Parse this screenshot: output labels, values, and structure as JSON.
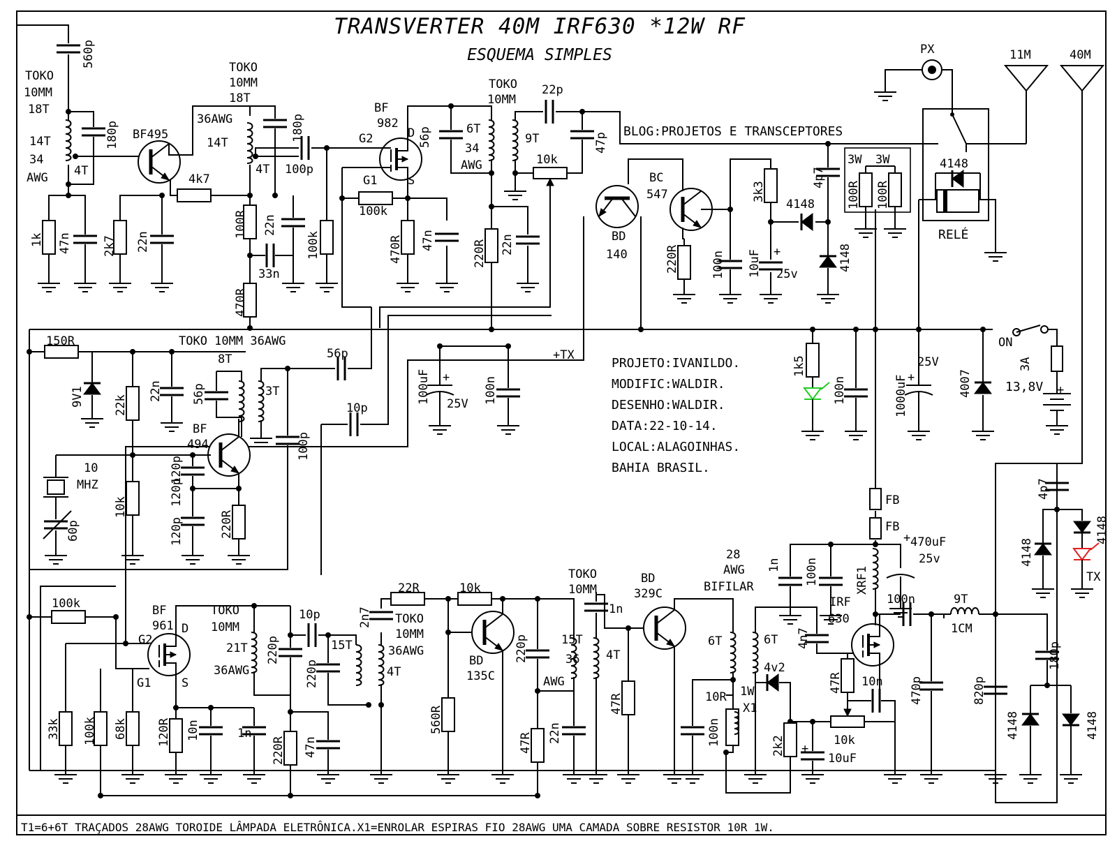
{
  "title": "TRANSVERTER 40M IRF630 *12W RF",
  "subtitle": "ESQUEMA SIMPLES",
  "blog": "BLOG:PROJETOS E TRANSCEPTORES",
  "info": [
    "PROJETO:IVANILDO.",
    "MODIFIC:WALDIR.",
    "DESENHO:WALDIR.",
    "DATA:22-10-14.",
    "LOCAL:ALAGOINHAS.",
    "BAHIA BRASIL."
  ],
  "footer": "T1=6+6T TRAÇADOS 28AWG TOROIDE LÂMPADA ELETRÔNICA.X1=ENROLAR ESPIRAS FIO 28AWG UMA CAMADA SOBRE RESISTOR 10R 1W.",
  "connectors": {
    "px": "PX",
    "ant11": "11M",
    "ant40": "40M",
    "relay": "RELÉ",
    "on": "ON",
    "supply": "13,8V",
    "fuse": "3A",
    "tx": "+TX",
    "txled": "TX"
  },
  "colors": {
    "led_green": "#22cc22",
    "led_red": "#e02020",
    "ink": "#000000"
  },
  "labels": {
    "c560p": "560p",
    "toko1a": "TOKO",
    "toko1b": "10MM",
    "toko1c": "18T",
    "t14t": "14T",
    "t34": "34",
    "awg": "AWG",
    "t4t": "4T",
    "c180p": "180p",
    "bf495": "BF495",
    "r1k": "1k",
    "c47n": "47n",
    "r2k7": "2k7",
    "c22n": "22n",
    "r4k7": "4k7",
    "toko2a": "TOKO",
    "toko2b": "10MM",
    "toko2c": "18T",
    "awg36": "36AWG",
    "t14t2": "14T",
    "t4t2": "4T",
    "c180p2": "180p",
    "c100p": "100p",
    "r100r": "100R",
    "c22n2": "22n",
    "c33n": "33n",
    "r470r": "470R",
    "r100k": "100k",
    "bf982a": "BF",
    "bf982b": "982",
    "g2": "G2",
    "g1": "G1",
    "d": "D",
    "s": "S",
    "r100k2": "100k",
    "r470r2": "470R",
    "c47n2": "47n",
    "c56p": "56p",
    "toko3a": "TOKO",
    "toko3b": "10MM",
    "t6t": "6T",
    "t34b": "34",
    "awgb": "AWG",
    "t9t": "9T",
    "c22p": "22p",
    "c47p": "47p",
    "p10k": "10k",
    "r220r": "220R",
    "c22n3": "22n",
    "bd140a": "BD",
    "bd140b": "140",
    "bc547a": "BC",
    "bc547b": "547",
    "r220r2": "220R",
    "c100n": "100n",
    "c10uf": "10uF",
    "v25": "25v",
    "r3k3": "3k3",
    "d4148": "4148",
    "c4p7": "4p7",
    "d4148b": "4148",
    "w3a": "3W",
    "w3b": "3W",
    "r100r2": "100R",
    "r100r3": "100R",
    "rd4148": "4148",
    "r150r": "150R",
    "z9v1": "9V1",
    "r22k": "22k",
    "c22n4": "22n",
    "toko4": "TOKO 10MM 36AWG",
    "t8t": "8T",
    "c56p2": "56p",
    "t3t": "3T",
    "c56p3": "56p",
    "bf494a": "BF",
    "bf494b": "494",
    "x10a": "10",
    "x10b": "MHZ",
    "c60p": "60p",
    "r10k": "10k",
    "c120p": "120p",
    "c120p2": "120p",
    "c120p3": "120p",
    "r220r3": "220R",
    "c100p2": "100p",
    "c10p": "10p",
    "c100uf": "100uF",
    "v25b": "25V",
    "c100n2": "100n",
    "r1k5": "1k5",
    "c100n3": "100n",
    "c1000uf": "1000uF",
    "v25c": "25V",
    "d4007": "4007",
    "fb1": "FB",
    "fb2": "FB",
    "c1n": "1n",
    "c100n4": "100n",
    "xrf1": "XRF1",
    "c470uf": "470uF",
    "v25d": "25v",
    "c4p7b": "4p7",
    "d4148c": "4148",
    "d4148d": "4148",
    "r100k3": "100k",
    "bf961a": "BF",
    "bf961b": "961",
    "g2b": "G2",
    "g1b": "G1",
    "db": "D",
    "sb": "S",
    "r33k": "33k",
    "r100k4": "100k",
    "r68k": "68k",
    "r120r": "120R",
    "c10n": "10n",
    "c1n2": "1n",
    "toko5a": "TOKO",
    "toko5b": "10MM",
    "t21t": "21T",
    "awg36b": "36AWG",
    "c220p": "220p",
    "c10p2": "10p",
    "c220p2": "220p",
    "r220r4": "220R",
    "c47n3": "47n",
    "t15t": "15T",
    "c2n7": "2n7",
    "toko6a": "TOKO",
    "toko6b": "10MM",
    "awg36c": "36AWG",
    "t4t3": "4T",
    "r22r": "22R",
    "r10k2": "10k",
    "bd135a": "BD",
    "bd135b": "135C",
    "r560r": "560R",
    "c220p3": "220p",
    "toko7a": "TOKO",
    "toko7b": "10MM",
    "t15t2": "15T",
    "awg36d": "36",
    "awg36e": "AWG",
    "t4t4": "4T",
    "c1n3": "1n",
    "r47r": "47R",
    "c22n5": "22n",
    "bd329a": "BD",
    "bd329b": "329C",
    "r47r2": "47R",
    "awg28a": "28",
    "awg28b": "AWG",
    "bifilar": "BIFILAR",
    "t6ta": "6T",
    "t6tb": "6T",
    "r10r": "10R",
    "w1w": "1W",
    "x1": "X1",
    "c100n5": "100n",
    "z4v2": "4v2",
    "r2k2": "2k2",
    "c10uf2": "10uF",
    "c4n7": "4n7",
    "irf630a": "IRF",
    "irf630b": "630",
    "r47r3": "47R",
    "c10n2": "10n",
    "p10k2": "10k",
    "c100n6": "100n",
    "t9tb": "9T",
    "t1cm": "1CM",
    "c470p": "470p",
    "c820p": "820p",
    "c180p3": "180p",
    "d4148e": "4148",
    "d4148f": "4148"
  }
}
